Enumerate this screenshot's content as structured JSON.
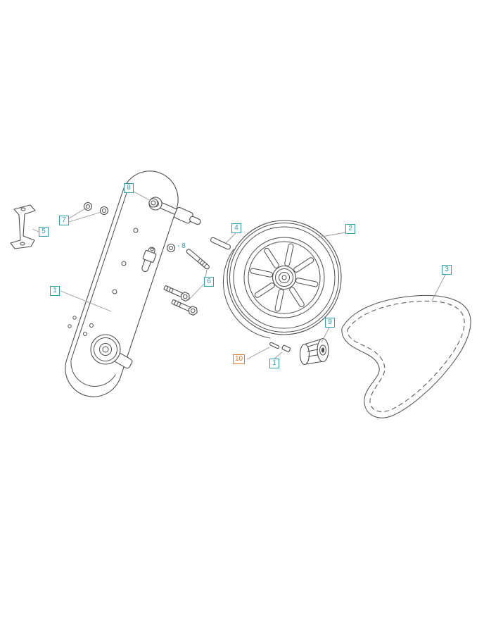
{
  "diagram": {
    "colors": {
      "teal": "#2f9fae",
      "orange": "#e1762f",
      "line": "#4c4c4c",
      "leader": "#999999"
    },
    "callouts": [
      {
        "label": "1"
      },
      {
        "label": "2"
      },
      {
        "label": "3"
      },
      {
        "label": "4"
      },
      {
        "label": "5"
      },
      {
        "label": "6"
      },
      {
        "label": "7"
      },
      {
        "label": "8"
      },
      {
        "label": "- 8"
      },
      {
        "label": "9"
      },
      {
        "label": "10"
      },
      {
        "label": "1"
      }
    ]
  }
}
